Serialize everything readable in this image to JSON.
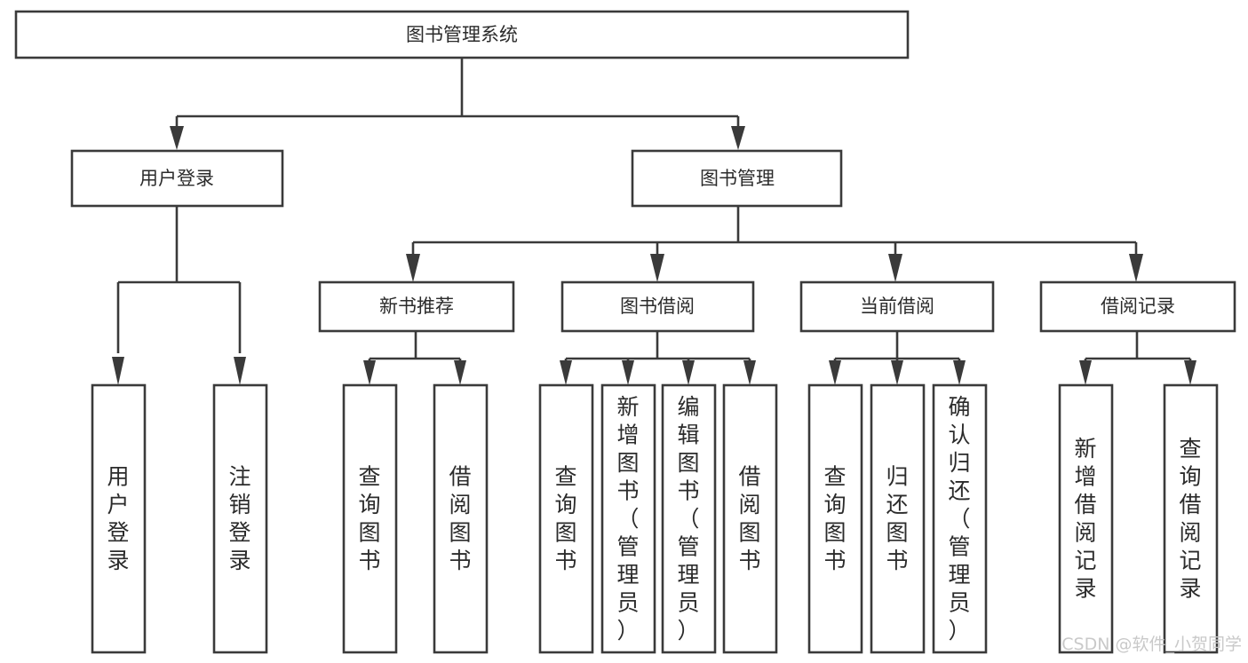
{
  "diagram": {
    "title": "图书管理系统",
    "type": "tree-hierarchy-chart",
    "root": {
      "id": "root",
      "label": "图书管理系统"
    },
    "level1": [
      {
        "id": "user-login",
        "label": "用户登录"
      },
      {
        "id": "book-manage",
        "label": "图书管理"
      }
    ],
    "level2": [
      {
        "id": "new-book-recommend",
        "label": "新书推荐",
        "parent": "book-manage"
      },
      {
        "id": "book-borrow",
        "label": "图书借阅",
        "parent": "book-manage"
      },
      {
        "id": "current-borrow",
        "label": "当前借阅",
        "parent": "book-manage"
      },
      {
        "id": "borrow-record",
        "label": "借阅记录",
        "parent": "book-manage"
      }
    ],
    "leaves": [
      {
        "id": "leaf-user-login",
        "label": "用户登录",
        "parent": "user-login"
      },
      {
        "id": "leaf-logout",
        "label": "注销登录",
        "parent": "user-login"
      },
      {
        "id": "leaf-query-book-1",
        "label": "查询图书",
        "parent": "new-book-recommend"
      },
      {
        "id": "leaf-borrow-book-1",
        "label": "借阅图书",
        "parent": "new-book-recommend"
      },
      {
        "id": "leaf-query-book-2",
        "label": "查询图书",
        "parent": "book-borrow"
      },
      {
        "id": "leaf-add-book",
        "label": "新增图书（管理员）",
        "parent": "book-borrow"
      },
      {
        "id": "leaf-edit-book",
        "label": "编辑图书（管理员）",
        "parent": "book-borrow"
      },
      {
        "id": "leaf-borrow-book-2",
        "label": "借阅图书",
        "parent": "book-borrow"
      },
      {
        "id": "leaf-query-book-3",
        "label": "查询图书",
        "parent": "current-borrow"
      },
      {
        "id": "leaf-return-book",
        "label": "归还图书",
        "parent": "current-borrow"
      },
      {
        "id": "leaf-confirm-return",
        "label": "确认归还（管理员）",
        "parent": "current-borrow"
      },
      {
        "id": "leaf-add-record",
        "label": "新增借阅记录",
        "parent": "borrow-record"
      },
      {
        "id": "leaf-query-record",
        "label": "查询借阅记录",
        "parent": "borrow-record"
      }
    ],
    "colors": {
      "stroke": "#3a3a3a",
      "box_fill": "#ffffff",
      "text": "#2b2b2b",
      "background": "#ffffff",
      "watermark": "#c9c9c9"
    }
  },
  "watermark": {
    "text": "CSDN @软件_小贺同学"
  }
}
